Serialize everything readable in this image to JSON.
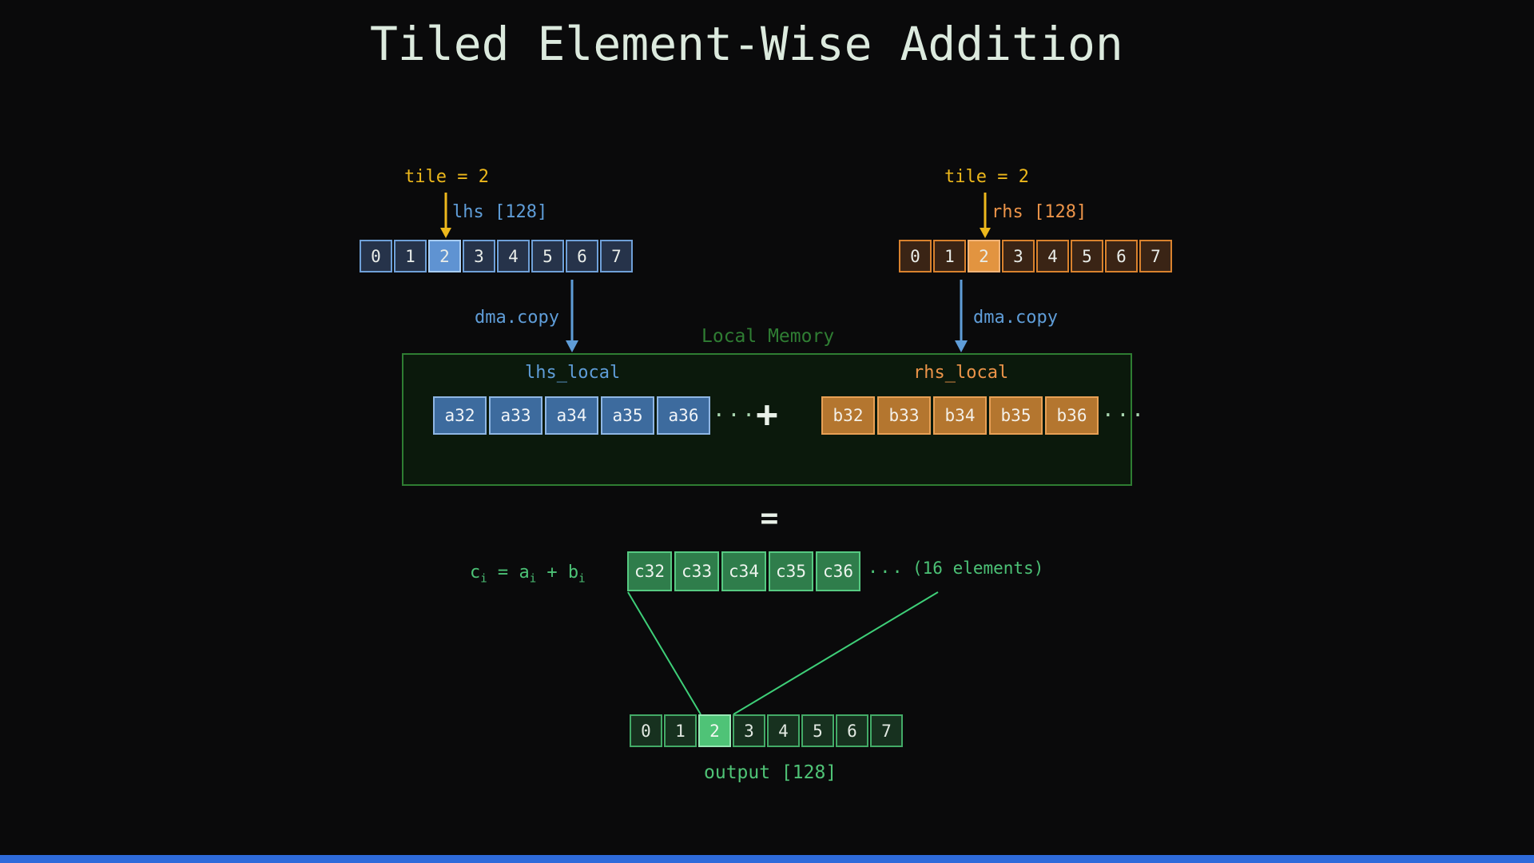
{
  "title": "Tiled Element-Wise Addition",
  "inputs": {
    "lhs": {
      "tile_label": "tile = 2",
      "name_label": "lhs [128]",
      "cells": [
        "0",
        "1",
        "2",
        "3",
        "4",
        "5",
        "6",
        "7"
      ],
      "highlight_index": 2
    },
    "rhs": {
      "tile_label": "tile = 2",
      "name_label": "rhs [128]",
      "cells": [
        "0",
        "1",
        "2",
        "3",
        "4",
        "5",
        "6",
        "7"
      ],
      "highlight_index": 2
    }
  },
  "dma": {
    "left_label": "dma.copy",
    "right_label": "dma.copy"
  },
  "local_memory": {
    "title": "Local Memory",
    "lhs_local": {
      "label": "lhs_local",
      "cells": [
        "a32",
        "a33",
        "a34",
        "a35",
        "a36"
      ],
      "ellipsis": "···"
    },
    "plus": "+",
    "rhs_local": {
      "label": "rhs_local",
      "cells": [
        "b32",
        "b33",
        "b34",
        "b35",
        "b36"
      ],
      "ellipsis": "···"
    }
  },
  "equals": "=",
  "result": {
    "formula": [
      {
        "t": "c",
        "s": "i"
      },
      {
        "t": " = "
      },
      {
        "t": "a",
        "s": "i"
      },
      {
        "t": " + "
      },
      {
        "t": "b",
        "s": "i"
      }
    ],
    "cells": [
      "c32",
      "c33",
      "c34",
      "c35",
      "c36"
    ],
    "ellipsis": "...",
    "note": "(16 elements)"
  },
  "output": {
    "cells": [
      "0",
      "1",
      "2",
      "3",
      "4",
      "5",
      "6",
      "7"
    ],
    "highlight_index": 2,
    "label": "output [128]"
  },
  "colors": {
    "background": "#0a0a0b",
    "yellow_accent": "#edb81c",
    "blue_accent": "#5f9dd8",
    "orange_accent": "#ec9449",
    "dark_green_accent": "#2e7d32",
    "green_accent": "#4cc276",
    "line_green": "#3ecf78",
    "bottom_bar_blue": "#2e6bdb"
  }
}
